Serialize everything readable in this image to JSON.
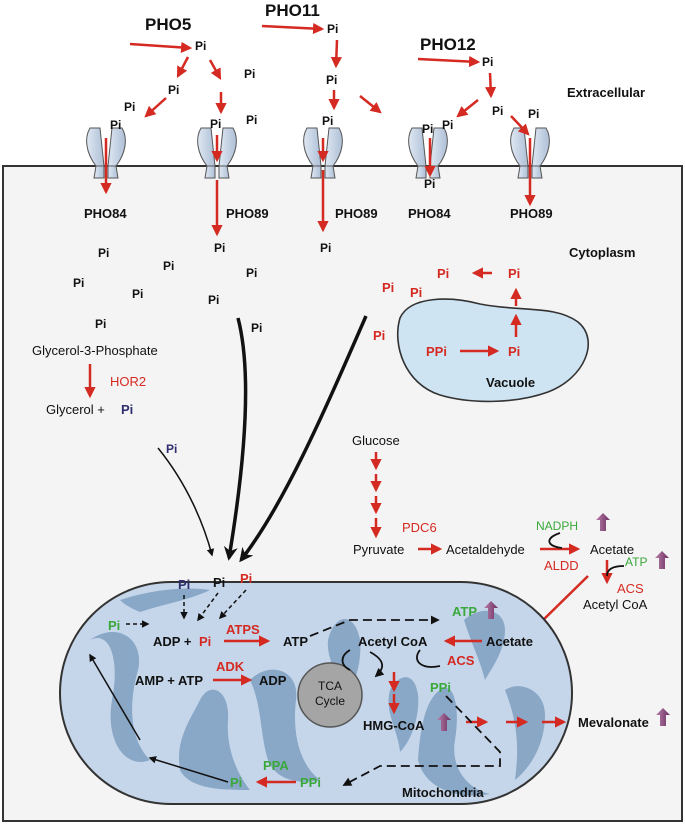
{
  "colors": {
    "red": "#d42a22",
    "green": "#3aa83a",
    "navy": "#2e2e6e",
    "black": "#111111",
    "cytoplasm": "#f4f4f4",
    "membrane": "#333333",
    "mito_fill": "#c5d6ea",
    "mito_cristae": "#7f9fc0",
    "vacuole_fill": "#cfe4f3",
    "transporter": "#c9d7e8",
    "up_arrow": "#8a4a7c"
  },
  "regions": {
    "extracellular": "Extracellular",
    "cytoplasm": "Cytoplasm",
    "vacuole": "Vacuole",
    "mitochondria": "Mitochondria"
  },
  "genes": {
    "pho5": "PHO5",
    "pho11": "PHO11",
    "pho12": "PHO12"
  },
  "transporters": [
    "PHO84",
    "PHO89",
    "PHO89",
    "PHO84",
    "PHO89"
  ],
  "pi": "Pi",
  "ppi": "PPi",
  "glycerol": {
    "g3p": "Glycerol-3-Phosphate",
    "enzyme": "HOR2",
    "product": "Glycerol +"
  },
  "glycolysis": {
    "glucose": "Glucose",
    "pyruvate": "Pyruvate",
    "pdc": "PDC6",
    "acetaldehyde": "Acetaldehyde",
    "nadph": "NADPH",
    "aldd": "ALDD",
    "acetate": "Acetate",
    "atp": "ATP",
    "acs": "ACS",
    "acetyl_coa": "Acetyl CoA"
  },
  "mito": {
    "adp_plus": "ADP +",
    "atps": "ATPS",
    "atp": "ATP",
    "amp_atp": "AMP + ATP",
    "adk": "ADK",
    "adp": "ADP",
    "acetyl_coa": "Acetyl CoA",
    "acetate": "Acetate",
    "acs": "ACS",
    "atp_green": "ATP",
    "tca_line1": "TCA",
    "tca_line2": "Cycle",
    "ppi": "PPi",
    "hmg": "HMG-CoA",
    "mevalonate": "Mevalonate",
    "ppa": "PPA",
    "pi_green": "Pi",
    "ppi_green": "PPi"
  }
}
